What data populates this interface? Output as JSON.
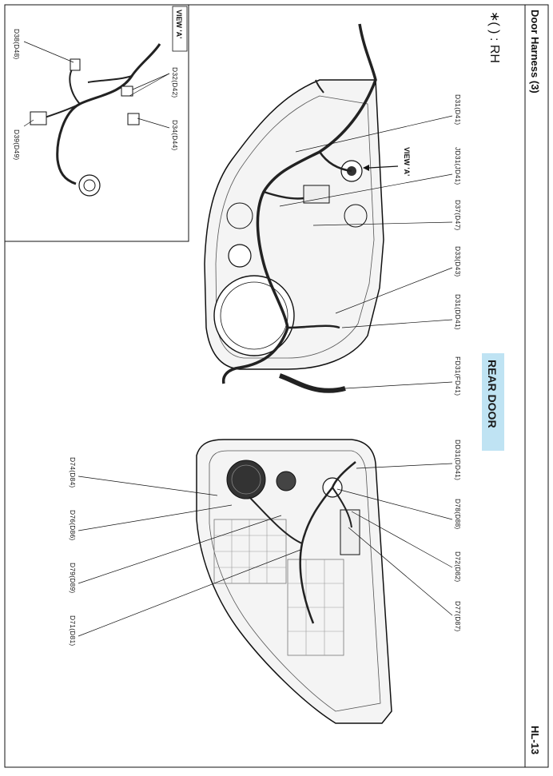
{
  "header": {
    "title": "Door Harness (3)",
    "page_number": "HL-13",
    "note": "∗( ) : RH"
  },
  "inset": {
    "title": "VIEW 'A'",
    "labels": [
      "D32(D42)",
      "D34(D44)",
      "D38(D48)",
      "D39(D49)"
    ]
  },
  "front_door": {
    "view_marker": "VIEW 'A'",
    "labels": [
      "D31(D41)",
      "JD31(JD41)",
      "D37(D47)",
      "D33(D43)",
      "D31(DD41)",
      "FD31(FD41)"
    ]
  },
  "rear_door": {
    "title": "REAR DOOR",
    "title_bg": "#bfe3f3",
    "labels_right": [
      "DD31(DD41)",
      "D78(D88)",
      "D72(D82)",
      "D77(D87)"
    ],
    "labels_left": [
      "D74(D84)",
      "D76(D86)",
      "D79(D89)",
      "D71(D81)"
    ]
  },
  "colors": {
    "line": "#111111",
    "harness": "#222222",
    "panel_fill": "#f4f4f4"
  }
}
